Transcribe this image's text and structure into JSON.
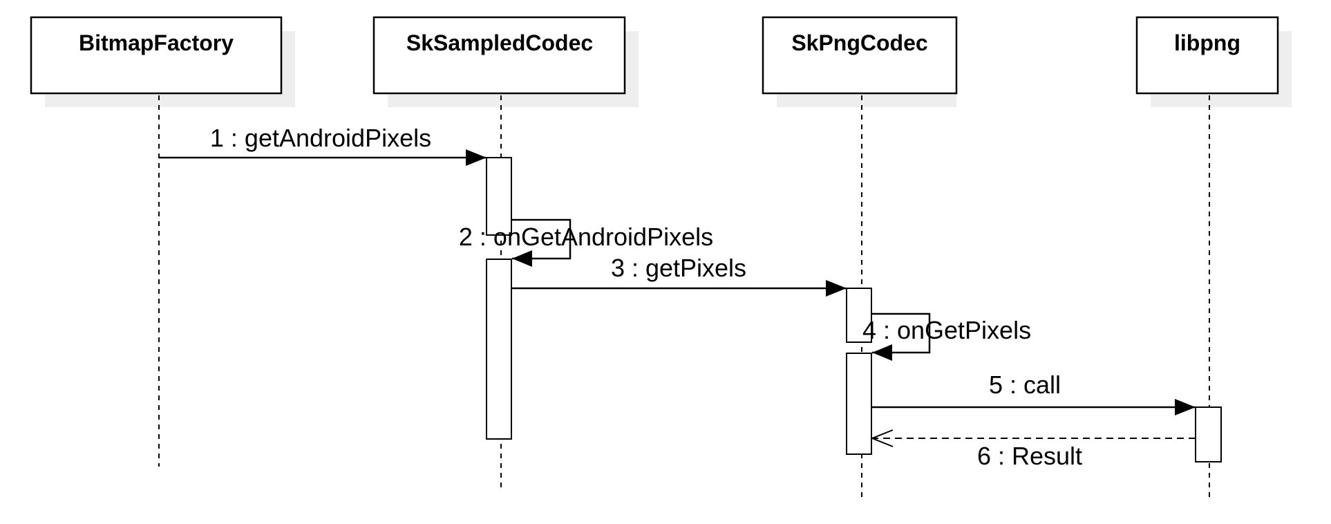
{
  "participants": [
    {
      "id": "bitmapfactory",
      "name": "BitmapFactory"
    },
    {
      "id": "sksampledcodec",
      "name": "SkSampledCodec"
    },
    {
      "id": "skpngcodec",
      "name": "SkPngCodec"
    },
    {
      "id": "libpng",
      "name": "libpng"
    }
  ],
  "messages": [
    {
      "label": "1 : getAndroidPixels",
      "from": "BitmapFactory",
      "to": "SkSampledCodec",
      "kind": "sync"
    },
    {
      "label": "2 : onGetAndroidPixels",
      "from": "SkSampledCodec",
      "to": "SkSampledCodec",
      "kind": "self"
    },
    {
      "label": "3 : getPixels",
      "from": "SkSampledCodec",
      "to": "SkPngCodec",
      "kind": "sync"
    },
    {
      "label": "4 : onGetPixels",
      "from": "SkPngCodec",
      "to": "SkPngCodec",
      "kind": "self"
    },
    {
      "label": "5 : call",
      "from": "SkPngCodec",
      "to": "libpng",
      "kind": "sync"
    },
    {
      "label": "6 : Result",
      "from": "libpng",
      "to": "SkPngCodec",
      "kind": "return"
    }
  ],
  "colors": {
    "line": "#000000",
    "shadow": "#eeeeee",
    "box_fill": "#ffffff"
  }
}
